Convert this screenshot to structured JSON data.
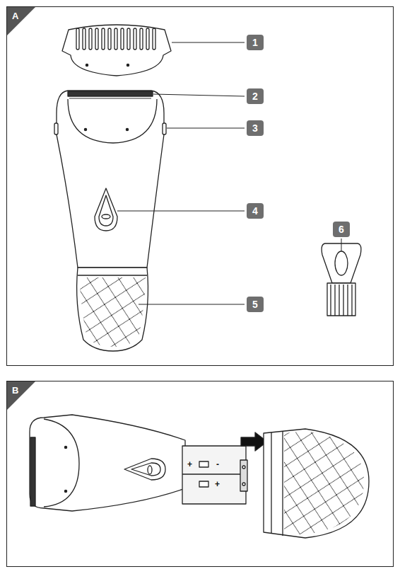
{
  "diagram": {
    "labels": [
      "A",
      "1",
      "2",
      "3",
      "4",
      "5",
      "6",
      "B",
      "+",
      "-",
      "+"
    ]
  }
}
